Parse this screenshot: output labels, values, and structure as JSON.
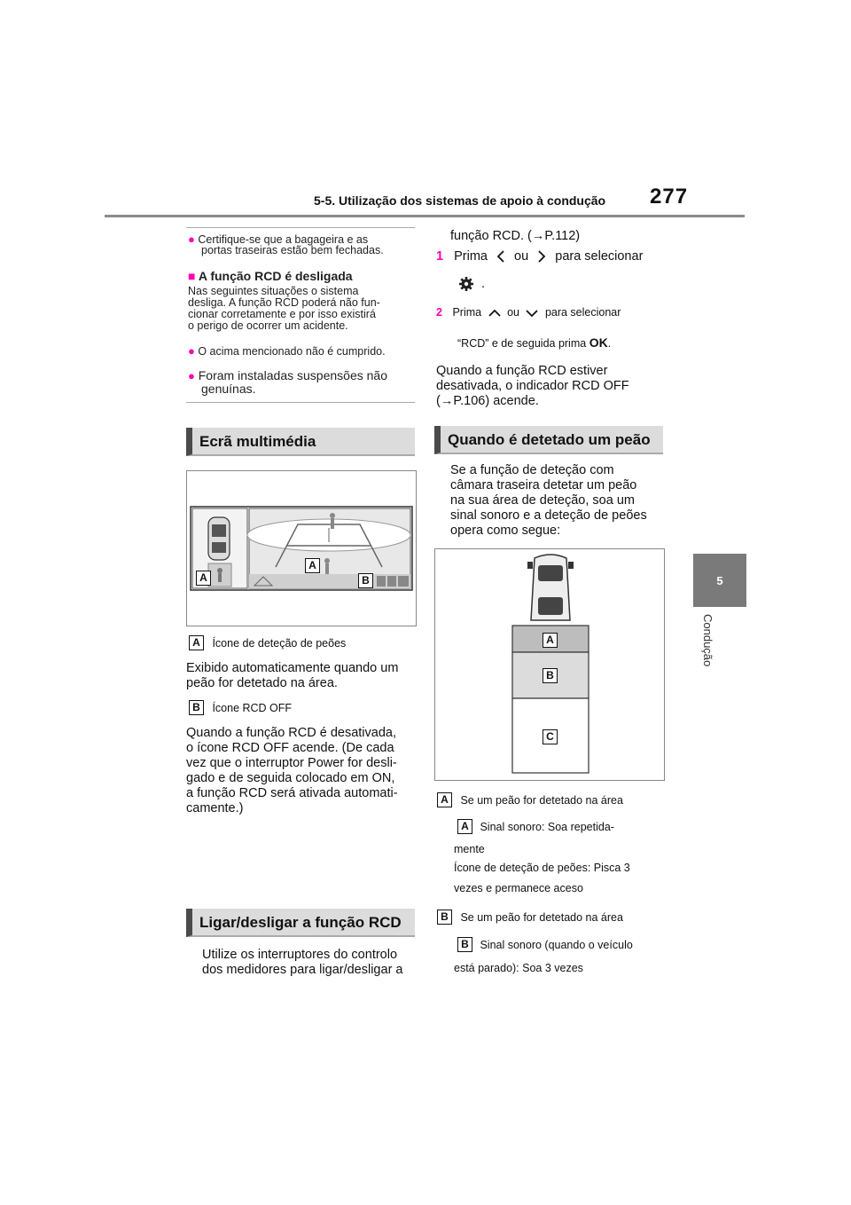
{
  "header": {
    "section_title": "5-5. Utilização dos sistemas de apoio à condução",
    "page_number": "277"
  },
  "side_tab": {
    "number": "5",
    "label": "Condução"
  },
  "note": {
    "line1a": "Certifique-se que a bagageira e as",
    "line1b": "portas traseiras estão bem fechadas.",
    "heading": "A função RCD é desligada",
    "para_a": "Nas seguintes situações o sistema",
    "para_b": "desliga. A função RCD poderá não fun-",
    "para_c": "cionar corretamente e por isso existirá",
    "para_d": "o perigo de ocorrer um acidente.",
    "bullet2": "O acima mencionado não é cumprido.",
    "bullet3a": "Foram instaladas suspensões não",
    "bullet3b": "genuínas.",
    "bullet_symbol": "●",
    "square_symbol": "■"
  },
  "left_col": {
    "section1_title": "Ecrã multimédia",
    "fig_label_a": "A",
    "fig_label_b": "B",
    "item_a_label": "A",
    "item_a_title": "Ícone de deteção de peões",
    "item_a_body1": "Exibido automaticamente quando um",
    "item_a_body2": "peão for detetado na área.",
    "item_b_label": "B",
    "item_b_title": "Ícone RCD OFF",
    "item_b_body1": "Quando a função RCD é desativada,",
    "item_b_body2": "o ícone RCD OFF acende. (De cada",
    "item_b_body3": "vez que o interruptor Power for desli-",
    "item_b_body4": "gado e de seguida colocado em ON,",
    "item_b_body5": "a função RCD será ativada automati-",
    "item_b_body6": "camente.)",
    "section2_title": "Ligar/desligar a função RCD",
    "sec2_body1": "Utilize os interruptores do controlo",
    "sec2_body2": "dos medidores para ligar/desligar a"
  },
  "right_col": {
    "cont1": "função RCD. (→P.112)",
    "step1_num": "1",
    "step1_a": "Prima",
    "step1_b": "ou",
    "step1_c": "para selecionar",
    "step1_d": ".",
    "step2_num": "2",
    "step2_a": "Prima",
    "step2_b": "ou",
    "step2_c": "para selecionar",
    "step2_d": "“RCD” e de seguida prima",
    "step2_ok": "OK",
    "step2_e": ".",
    "after1": "Quando a função RCD estiver",
    "after2": "desativada, o indicador RCD OFF",
    "after3": "(→P.106) acende.",
    "section3_title": "Quando é detetado um peão",
    "sec3_body1": "Se a função de deteção com",
    "sec3_body2": "câmara traseira detetar um peão",
    "sec3_body3": "na sua área de deteção, soa um",
    "sec3_body4": "sinal sonoro e a deteção de peões",
    "sec3_body5": "opera como segue:",
    "zone_a": "A",
    "zone_b": "B",
    "zone_c": "C",
    "itemA_label": "A",
    "itemA_title": "Se um peão for detetado na área",
    "itemA_sub_label": "A",
    "itemA_sub1": "Sinal sonoro: Soa repetida-",
    "itemA_sub2": "mente",
    "itemA_sub3": "Ícone de deteção de peões: Pisca 3",
    "itemA_sub4": "vezes e permanece aceso",
    "itemB_label": "B",
    "itemB_title": "Se um peão for detetado na área",
    "itemB_sub_label": "B",
    "itemB_sub1": "Sinal sonoro (quando o veículo",
    "itemB_sub2": "está parado): Soa 3 vezes"
  }
}
